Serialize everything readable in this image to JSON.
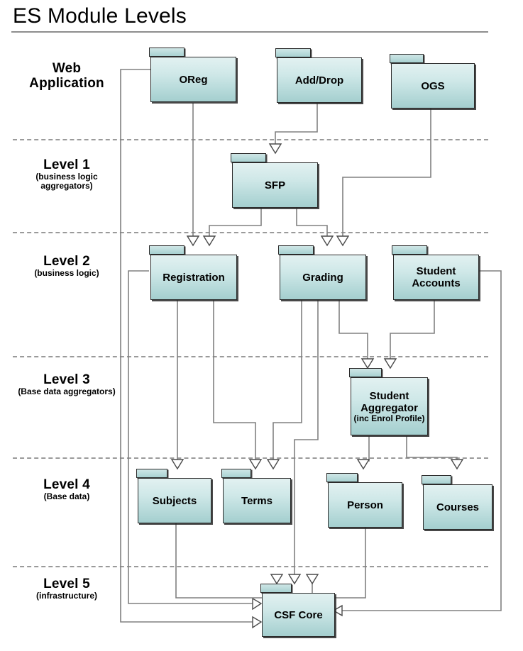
{
  "title": "ES Module Levels",
  "bands": [
    {
      "id": "web-application",
      "name": "Web Application",
      "line1": "Web",
      "line2": "Application",
      "note": ""
    },
    {
      "id": "level-1",
      "name": "Level 1",
      "line1": "Level 1",
      "note": "(business logic aggregators)"
    },
    {
      "id": "level-2",
      "name": "Level 2",
      "line1": "Level 2",
      "note": "(business logic)"
    },
    {
      "id": "level-3",
      "name": "Level 3",
      "line1": "Level 3",
      "note": "(Base data aggregators)"
    },
    {
      "id": "level-4",
      "name": "Level 4",
      "line1": "Level 4",
      "note": "(Base data)"
    },
    {
      "id": "level-5",
      "name": "Level 5",
      "line1": "Level 5",
      "note": "(infrastructure)"
    }
  ],
  "packages": [
    {
      "id": "oreg",
      "label": "OReg",
      "sub": "",
      "band": "Web Application"
    },
    {
      "id": "add-drop",
      "label": "Add/Drop",
      "sub": "",
      "band": "Web Application"
    },
    {
      "id": "ogs",
      "label": "OGS",
      "sub": "",
      "band": "Web Application"
    },
    {
      "id": "sfp",
      "label": "SFP",
      "sub": "",
      "band": "Level 1"
    },
    {
      "id": "registration",
      "label": "Registration",
      "sub": "",
      "band": "Level 2"
    },
    {
      "id": "grading",
      "label": "Grading",
      "sub": "",
      "band": "Level 2"
    },
    {
      "id": "student-accounts",
      "label": "Student Accounts",
      "sub": "",
      "band": "Level 2"
    },
    {
      "id": "student-aggregator",
      "label": "Student Aggregator",
      "sub": "(inc Enrol Profile)",
      "band": "Level 3"
    },
    {
      "id": "subjects",
      "label": "Subjects",
      "sub": "",
      "band": "Level 4"
    },
    {
      "id": "terms",
      "label": "Terms",
      "sub": "",
      "band": "Level 4"
    },
    {
      "id": "person",
      "label": "Person",
      "sub": "",
      "band": "Level 4"
    },
    {
      "id": "courses",
      "label": "Courses",
      "sub": "",
      "band": "Level 4"
    },
    {
      "id": "csf-core",
      "label": "CSF Core",
      "sub": "",
      "band": "Level 5"
    }
  ],
  "dependencies": [
    {
      "from": "oreg",
      "to": "registration"
    },
    {
      "from": "oreg",
      "to": "csf-core"
    },
    {
      "from": "add-drop",
      "to": "sfp"
    },
    {
      "from": "ogs",
      "to": "grading"
    },
    {
      "from": "sfp",
      "to": "registration"
    },
    {
      "from": "sfp",
      "to": "grading"
    },
    {
      "from": "registration",
      "to": "subjects"
    },
    {
      "from": "registration",
      "to": "terms"
    },
    {
      "from": "registration",
      "to": "student-aggregator"
    },
    {
      "from": "registration",
      "to": "csf-core"
    },
    {
      "from": "grading",
      "to": "terms"
    },
    {
      "from": "grading",
      "to": "student-aggregator"
    },
    {
      "from": "grading",
      "to": "csf-core"
    },
    {
      "from": "student-accounts",
      "to": "student-aggregator"
    },
    {
      "from": "student-accounts",
      "to": "csf-core"
    },
    {
      "from": "student-aggregator",
      "to": "person"
    },
    {
      "from": "student-aggregator",
      "to": "courses"
    },
    {
      "from": "subjects",
      "to": "csf-core"
    },
    {
      "from": "person",
      "to": "csf-core"
    }
  ],
  "colors": {
    "package_fill_top": "#e2f1f1",
    "package_fill_bottom": "#a4cfcf",
    "package_tab": "#bfdede",
    "package_border": "#2b2b2b",
    "wire": "#808080",
    "separator": "#9a9a9a",
    "title_rule": "#8e8e8e",
    "background": "#ffffff"
  },
  "icons": {
    "package": "package-folder-icon",
    "arrow": "dependency-arrow-icon"
  }
}
